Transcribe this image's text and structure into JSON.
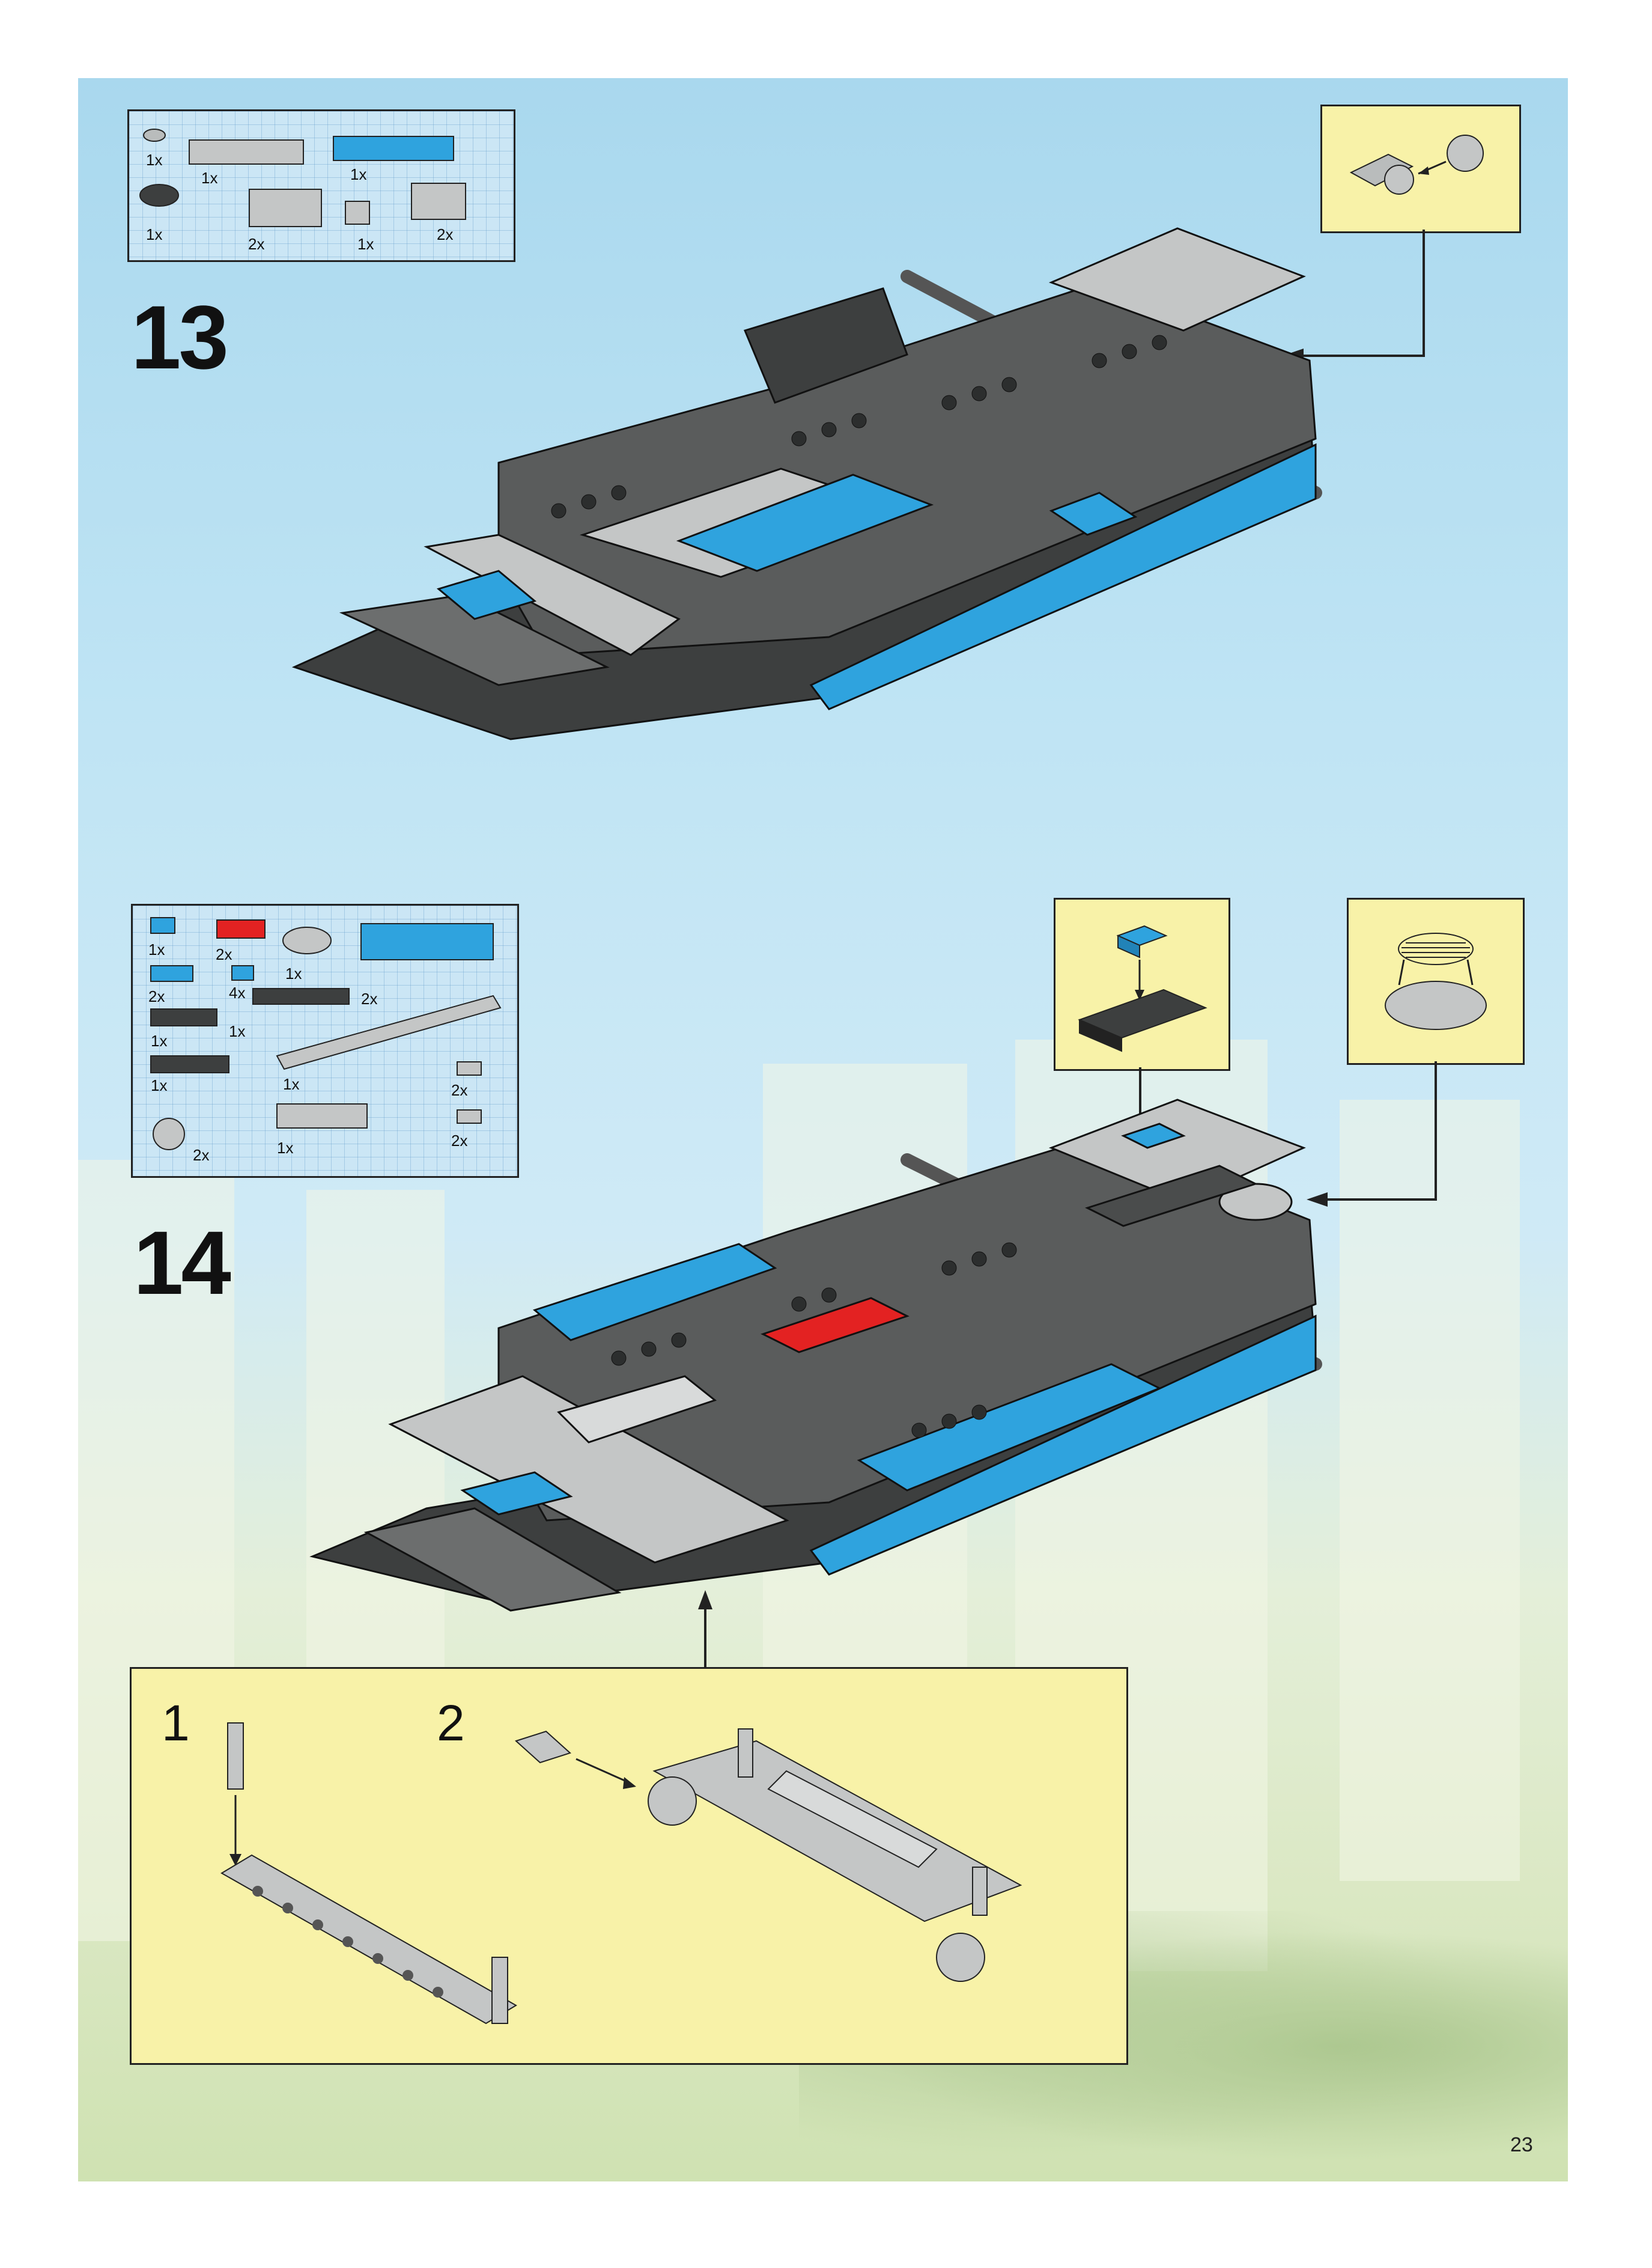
{
  "colors": {
    "sky": "#bfe4f4",
    "callout": "#f8f2a8",
    "blue": "#2fa3de",
    "dark": "#3d3f3f",
    "light": "#b9bcbc",
    "red": "#e32222"
  },
  "step13": {
    "number": "13",
    "parts": [
      "1x",
      "1x",
      "1x",
      "1x",
      "2x",
      "1x",
      "2x"
    ]
  },
  "step14": {
    "number": "14",
    "parts": [
      "1x",
      "2x",
      "1x",
      "2x",
      "4x",
      "2x",
      "1x",
      "1x",
      "1x",
      "2x",
      "1x",
      "2x",
      "1x",
      "2x"
    ],
    "sub_steps": [
      "1",
      "2"
    ]
  },
  "page_number": "23"
}
